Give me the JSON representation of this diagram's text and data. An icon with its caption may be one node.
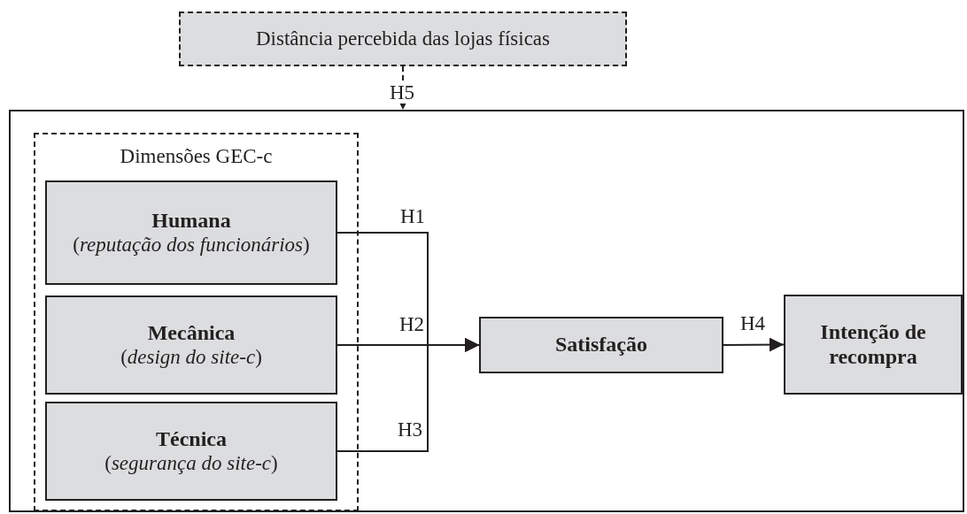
{
  "diagram": {
    "nodes": [
      {
        "text": [
          "Distância percebida das lojas físicas"
        ]
      },
      {
        "text": [],
        "shape": "box"
      },
      {
        "text": [
          "Dimensões GEC-c"
        ],
        "in": 1
      },
      {
        "text": [
          "Humana",
          "(*reputação dos funcionários*)"
        ],
        "in": 2
      },
      {
        "text": [
          "Mecânica",
          "(*design do site-c*)"
        ],
        "in": 2
      },
      {
        "text": [
          "Técnica",
          "(*segurança do site-c*)"
        ],
        "in": 2
      },
      {
        "text": [
          "Satisfação"
        ],
        "in": 1
      },
      {
        "text": [
          "Intenção de recompra"
        ],
        "in": 1
      }
    ],
    "edges": [
      {
        "from": 0,
        "to": 1,
        "arrow": "to",
        "label": "H5",
        "style": "dashed"
      },
      {
        "from": 3,
        "to": 6,
        "arrow": "to",
        "label": "H1"
      },
      {
        "from": 4,
        "to": 6,
        "arrow": "to",
        "label": "H2"
      },
      {
        "from": 5,
        "to": 6,
        "arrow": "to",
        "label": "H3"
      },
      {
        "from": 6,
        "to": 7,
        "arrow": "to",
        "label": "H4"
      }
    ]
  }
}
